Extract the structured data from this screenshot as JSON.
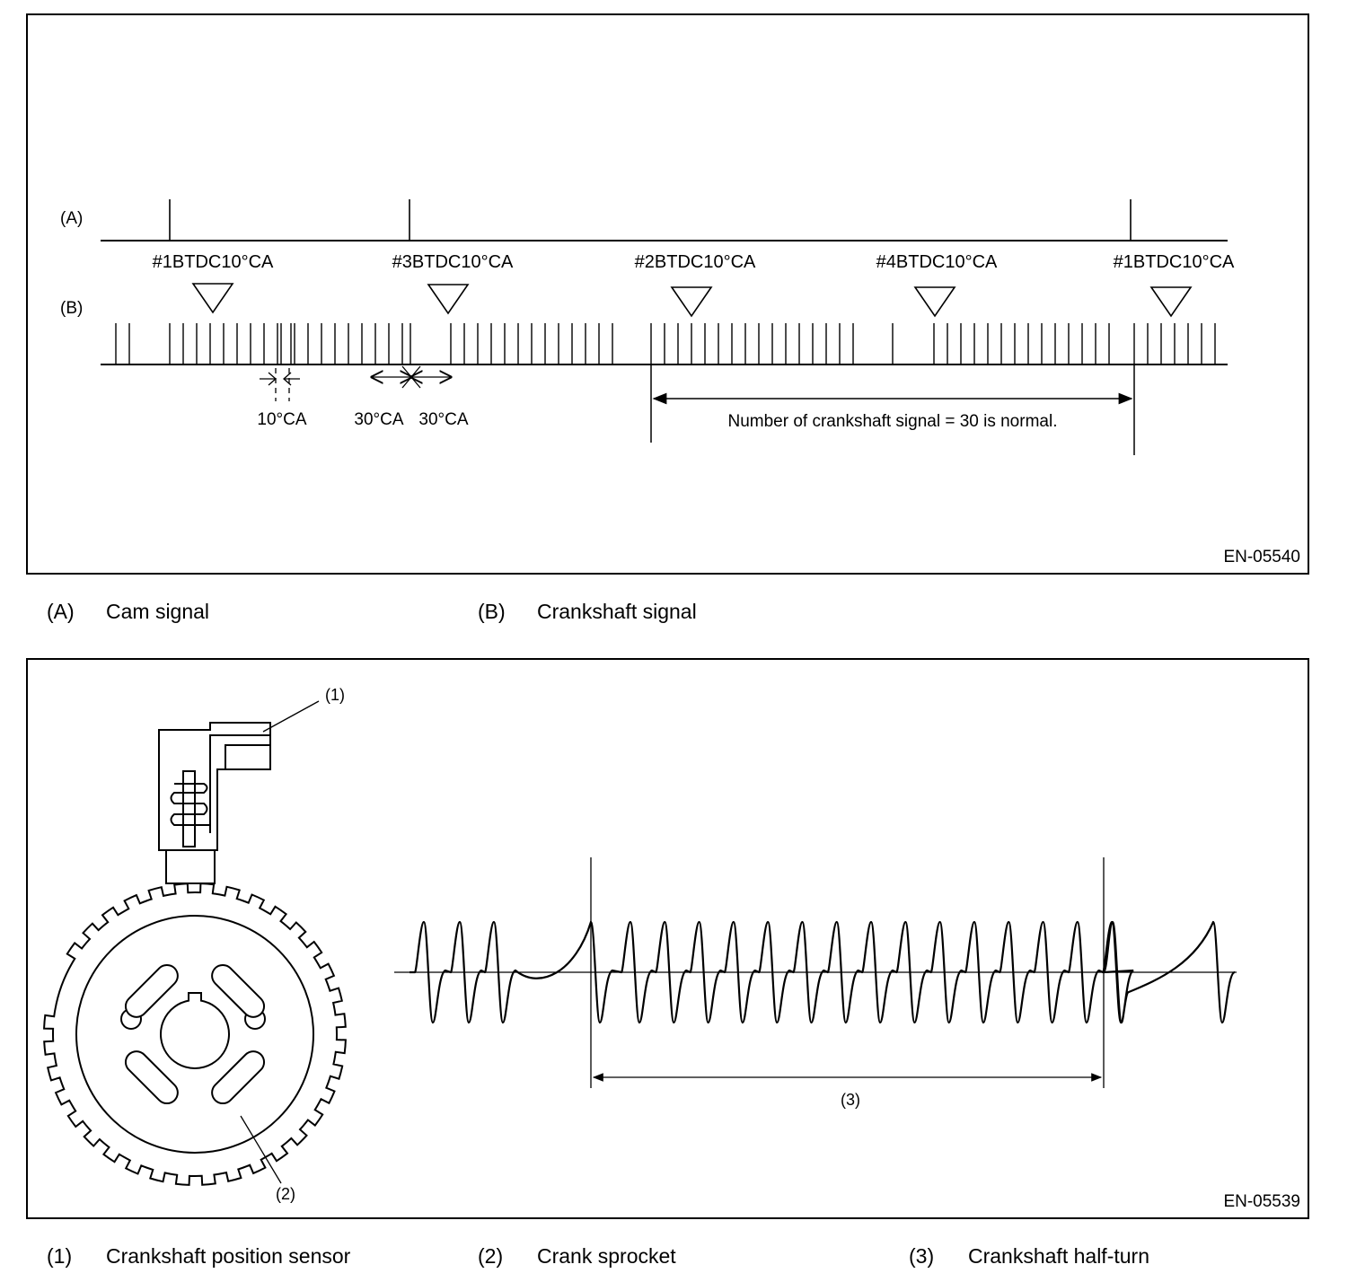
{
  "figure1": {
    "figure_id": "EN-05540",
    "cam_row_label": "(A)",
    "crank_row_label": "(B)",
    "tdc_labels": [
      "#1BTDC10°CA",
      "#3BTDC10°CA",
      "#2BTDC10°CA",
      "#4BTDC10°CA",
      "#1BTDC10°CA"
    ],
    "dim_10": "10°CA",
    "dim_30_left": "30°CA",
    "dim_30_right": "30°CA",
    "span_note": "Number of crankshaft signal = 30 is normal."
  },
  "legend1": [
    {
      "code": "(A)",
      "text": "Cam signal"
    },
    {
      "code": "(B)",
      "text": "Crankshaft signal"
    }
  ],
  "figure2": {
    "figure_id": "EN-05539",
    "callout_1": "(1)",
    "callout_2": "(2)",
    "callout_3": "(3)"
  },
  "legend2": [
    {
      "code": "(1)",
      "text": "Crankshaft position sensor"
    },
    {
      "code": "(2)",
      "text": "Crank sprocket"
    },
    {
      "code": "(3)",
      "text": "Crankshaft half-turn"
    }
  ]
}
